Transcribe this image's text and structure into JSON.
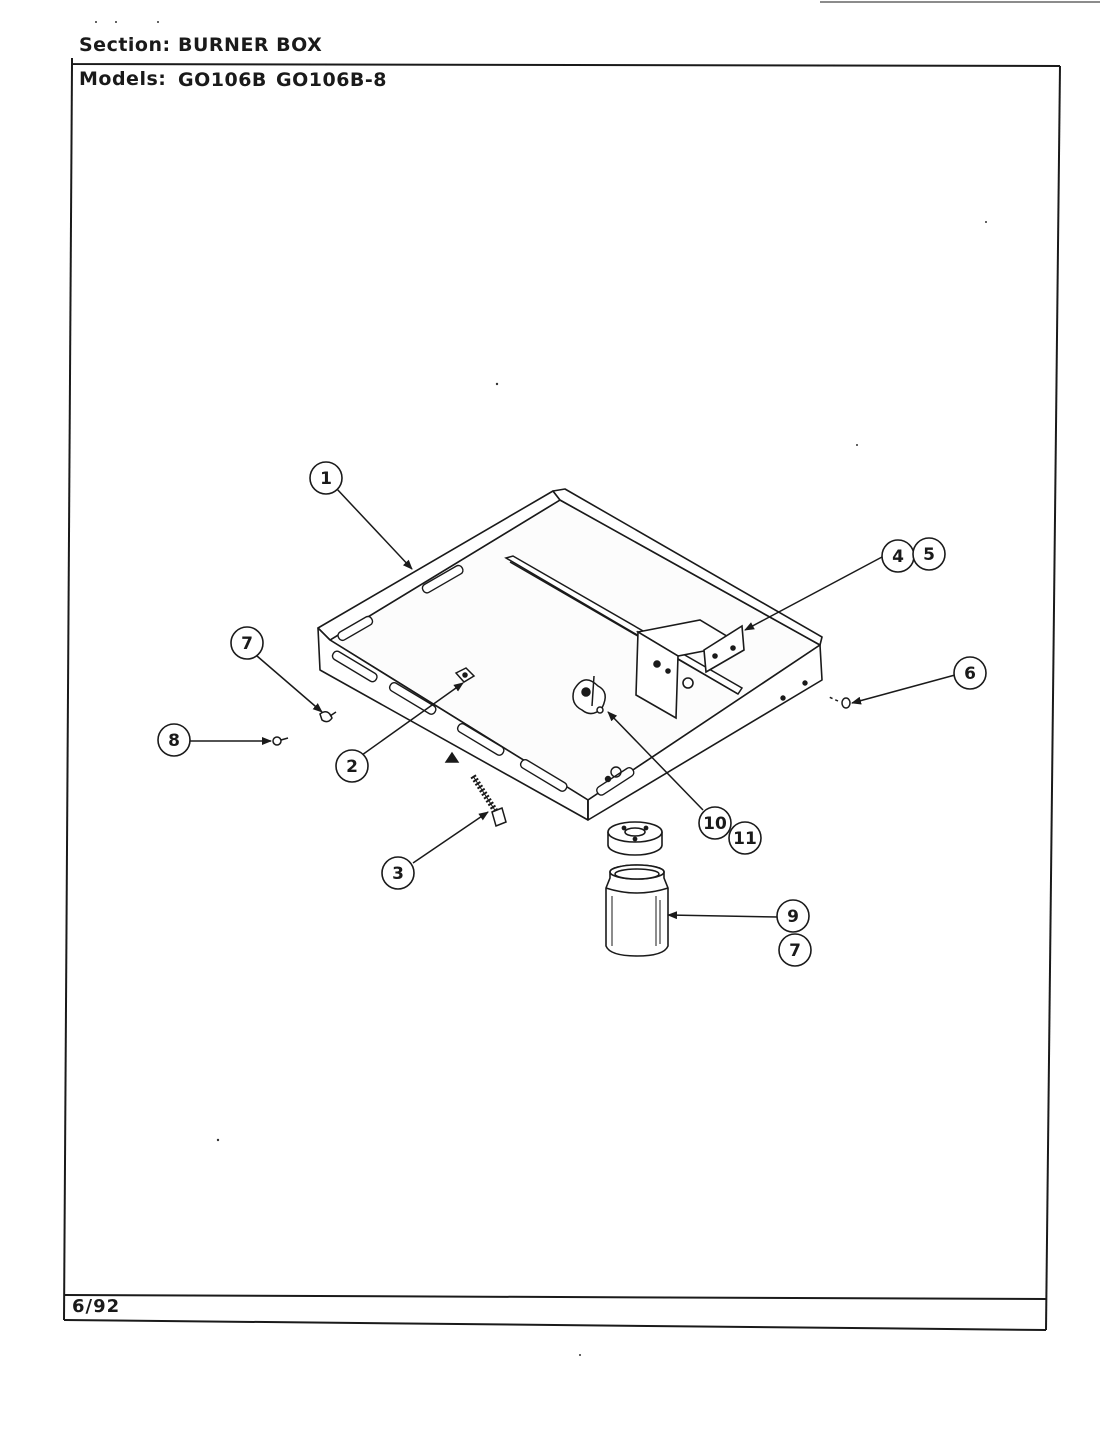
{
  "header": {
    "section_label": "Section:",
    "section_value": "BURNER BOX",
    "models_label": "Models:",
    "models": [
      "GO106B",
      "GO106B-8"
    ]
  },
  "footer": {
    "date": "6/92"
  },
  "callouts": [
    {
      "id": "callout-1",
      "label": "1"
    },
    {
      "id": "callout-2",
      "label": "2"
    },
    {
      "id": "callout-3",
      "label": "3"
    },
    {
      "id": "callout-4",
      "label": "4"
    },
    {
      "id": "callout-5",
      "label": "5"
    },
    {
      "id": "callout-6",
      "label": "6"
    },
    {
      "id": "callout-7a",
      "label": "7"
    },
    {
      "id": "callout-8",
      "label": "8"
    },
    {
      "id": "callout-9",
      "label": "9"
    },
    {
      "id": "callout-7b",
      "label": "7"
    },
    {
      "id": "callout-10",
      "label": "10"
    },
    {
      "id": "callout-11",
      "label": "11"
    }
  ]
}
